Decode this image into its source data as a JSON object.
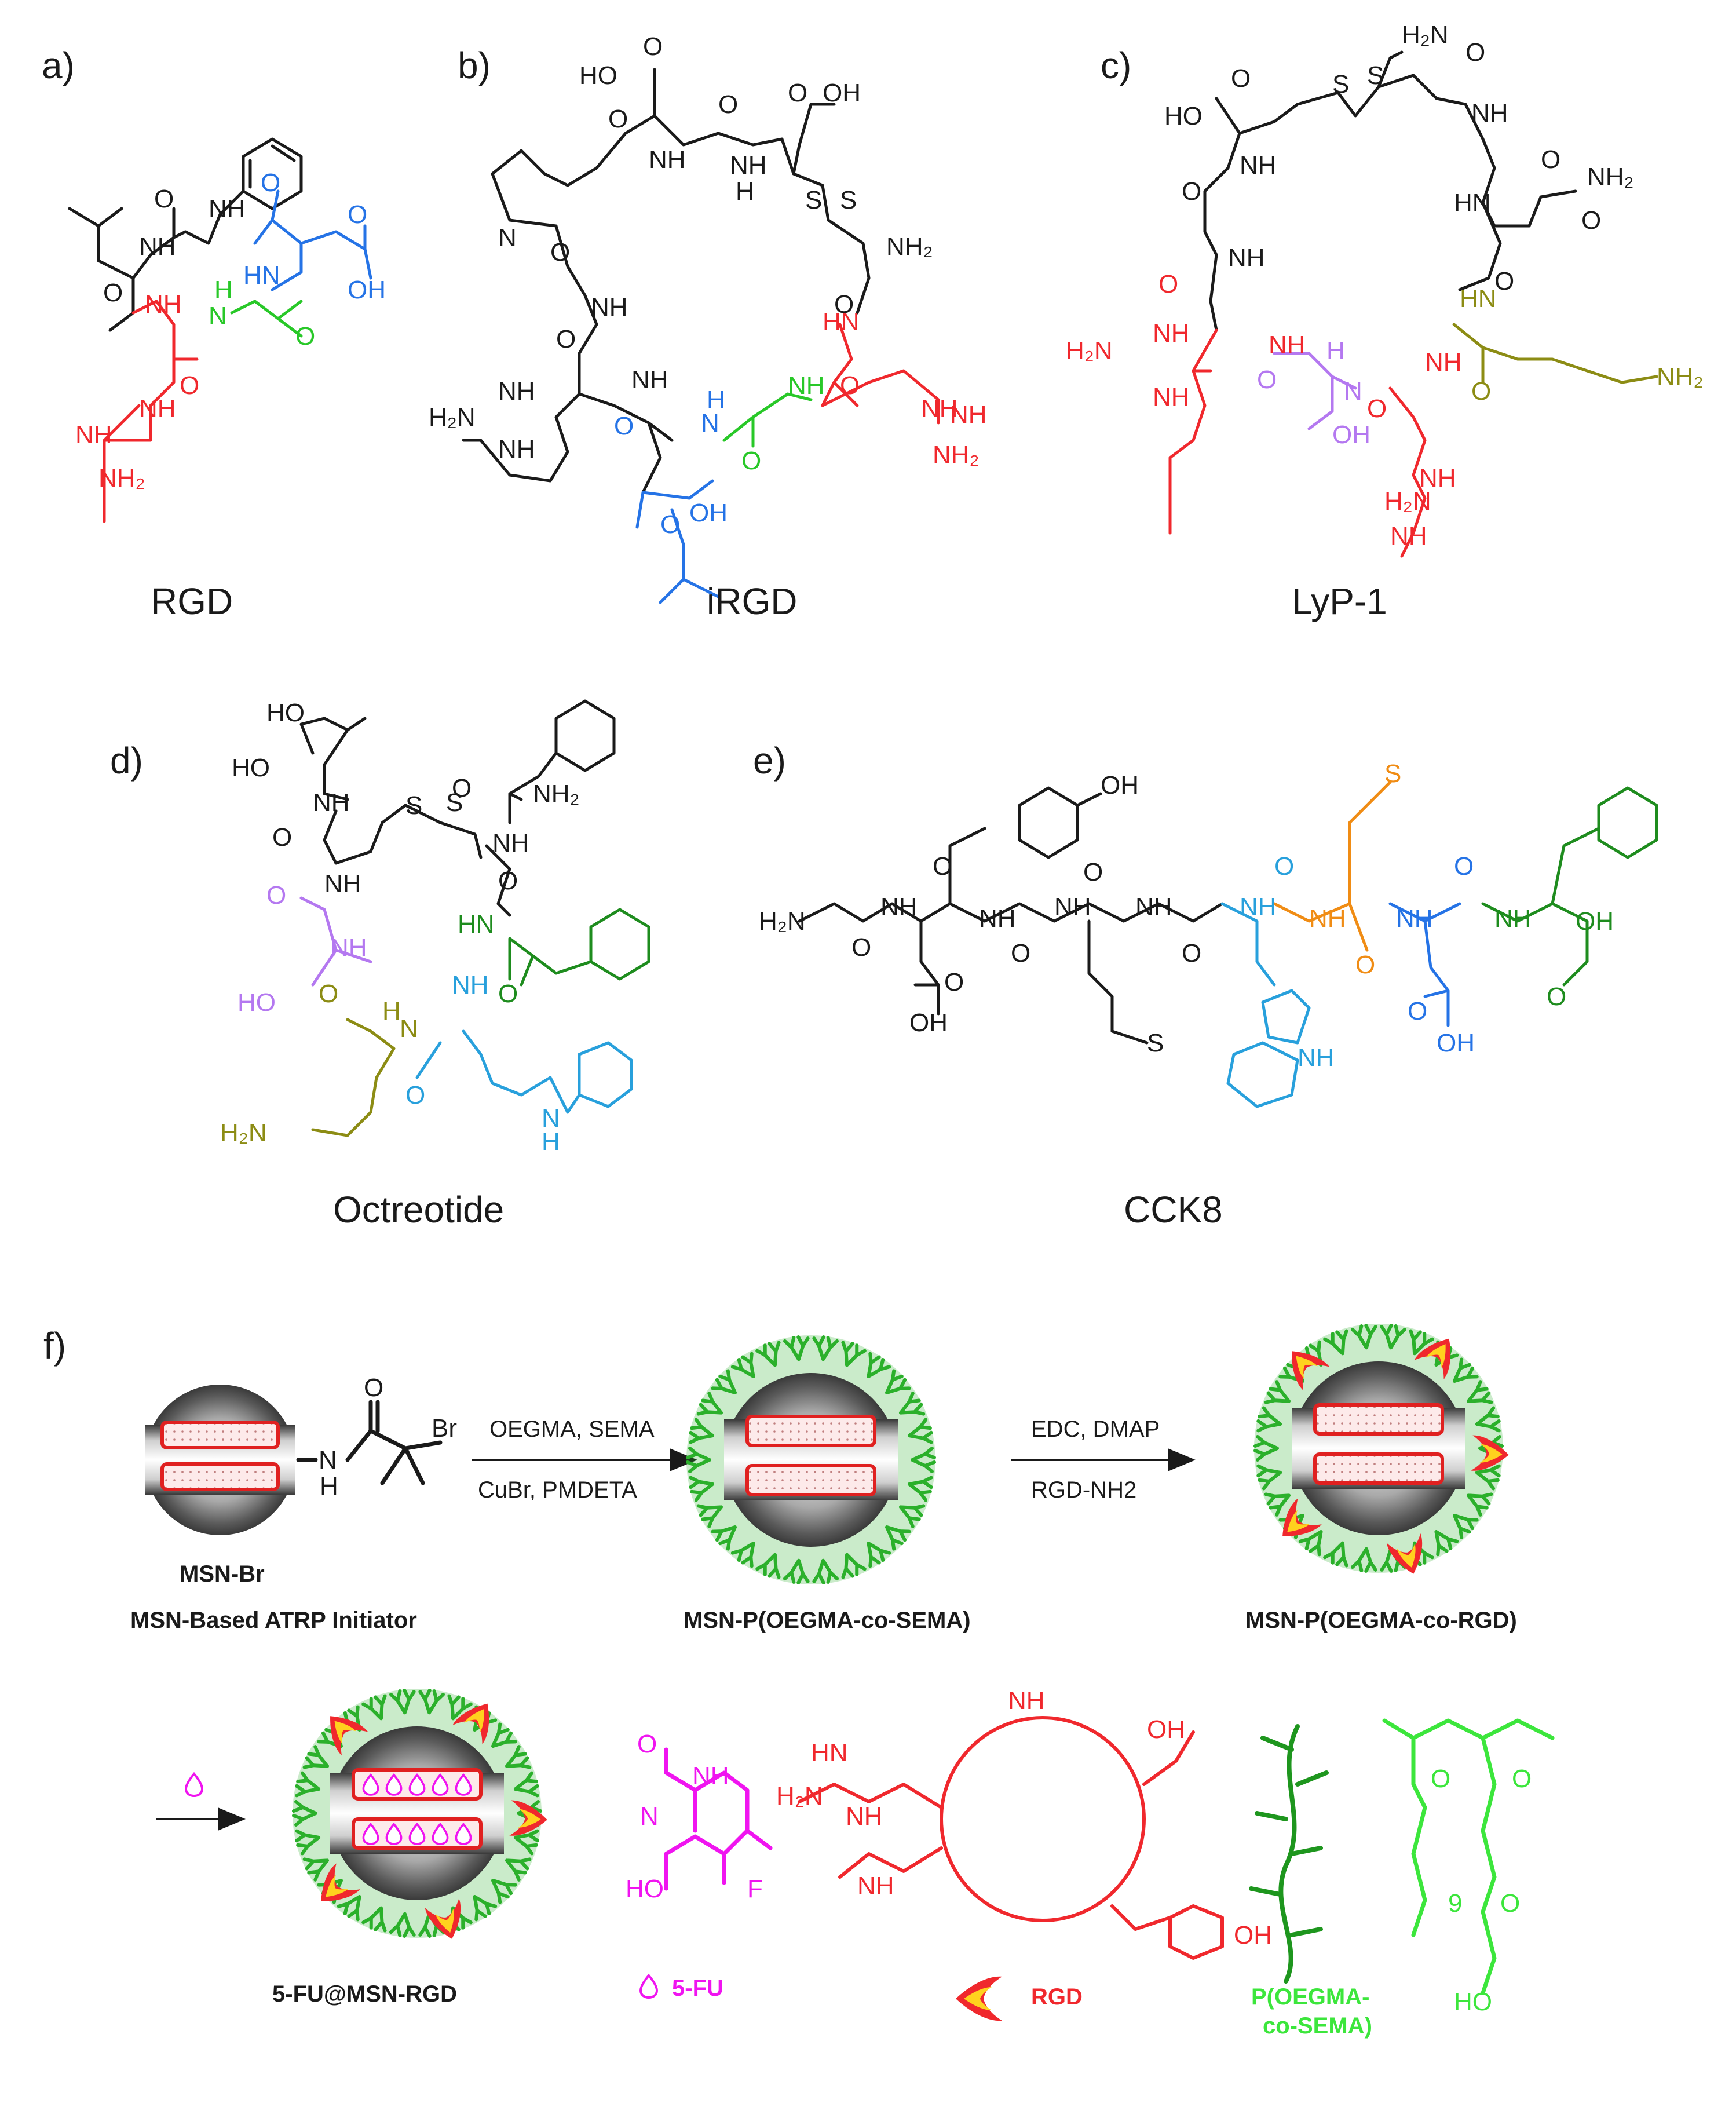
{
  "panels": {
    "a": {
      "letter": "a)",
      "name": "RGD"
    },
    "b": {
      "letter": "b)",
      "name": "iRGD"
    },
    "c": {
      "letter": "c)",
      "name": "LyP-1"
    },
    "d": {
      "letter": "d)",
      "name": "Octreotide"
    },
    "e": {
      "letter": "e)",
      "name": "CCK8"
    },
    "f": {
      "letter": "f)",
      "step1_reagents_top": "OEGMA, SEMA",
      "step1_reagents_bottom": "CuBr, PMDETA",
      "step2_reagents_top": "EDC, DMAP",
      "step2_reagents_bottom": "RGD-NH2",
      "initiator_label": "MSN-Br",
      "initiator_caption": "MSN-Based ATRP Initiator",
      "product1_caption": "MSN-P(OEGMA-co-SEMA)",
      "product2_caption": "MSN-P(OEGMA-co-RGD)",
      "final_caption": "5-FU@MSN-RGD",
      "legend_5fu": "5-FU",
      "legend_rgd": "RGD",
      "legend_polymer_line1": "P(OEGMA-",
      "legend_polymer_line2": "co-SEMA)",
      "atom_br": "Br",
      "atom_h": "H",
      "atom_n": "N",
      "atom_o": "O",
      "atom_f": "F",
      "atom_ho": "HO",
      "atom_nh": "NH",
      "atom_oh": "OH",
      "subscript_9": "9"
    }
  },
  "colors": {
    "black": "#1a1a1a",
    "arginine_red": "#f0282d",
    "glycine_green": "#28c828",
    "aspartate_blue": "#2573e6",
    "threonine_violet": "#b478f0",
    "lysine_olive": "#8c8c14",
    "phenylalanine_green": "#1e8c1e",
    "tryptophan_cyan": "#28a0dc",
    "methionine_orange": "#f08c14",
    "fu_magenta": "#f014f0",
    "polymer_lightgreen": "#3ce63c",
    "polymer_darkgreen": "#1e961e"
  }
}
